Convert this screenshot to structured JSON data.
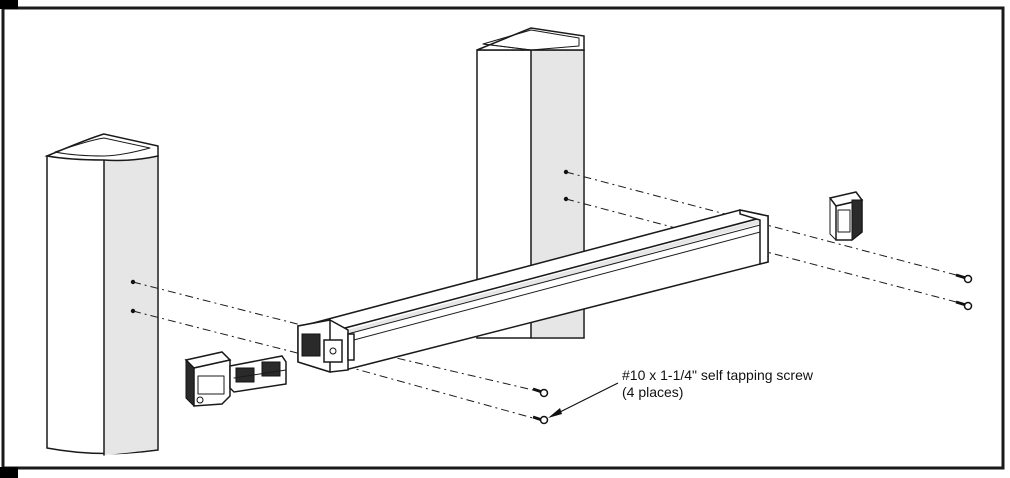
{
  "callout": {
    "line1": "#10 x 1-1/4\" self tapping screw",
    "line2": "(4 places)"
  },
  "colors": {
    "border": "#1a1a1a",
    "bar": "#000000",
    "shade": "#e6e6e6"
  },
  "parts": [
    {
      "name": "left-post"
    },
    {
      "name": "rear-post"
    },
    {
      "name": "rail"
    },
    {
      "name": "left-end-bracket"
    },
    {
      "name": "right-end-cap"
    },
    {
      "name": "screws"
    }
  ]
}
